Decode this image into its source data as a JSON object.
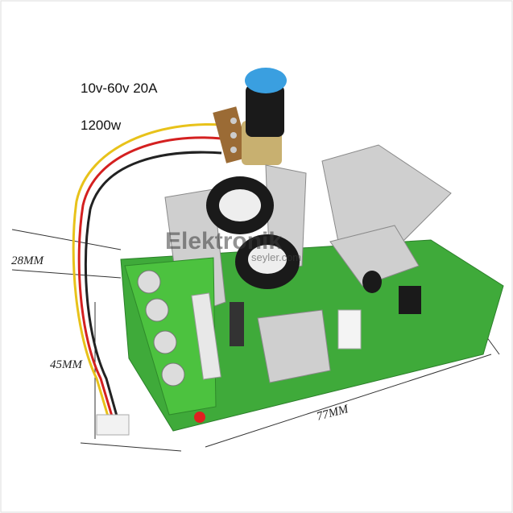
{
  "product_photo": {
    "spec_voltage_current": "10v-60v 20A",
    "spec_power": "1200w",
    "dimensions": {
      "height": "28MM",
      "width_left": "45MM",
      "length": "77MM"
    },
    "watermark": {
      "brand": "Elektronik",
      "domain": "seyler.com"
    },
    "colors": {
      "board": "#3faa3a",
      "terminal": "#4cc23f",
      "heatsink": "#c9c9c9",
      "knob_cap": "#3a9fe0",
      "led": "#e02020"
    }
  }
}
